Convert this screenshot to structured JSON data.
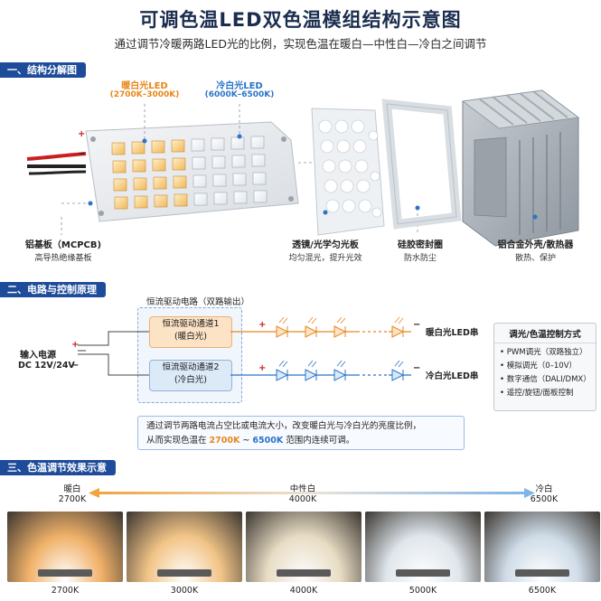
{
  "title": "可调色温LED双色温模组结构示意图",
  "subtitle": "通过调节冷暖两路LED光的比例，实现色温在暖白—中性白—冷白之间调节",
  "section1": {
    "heading": "一、结构分解图",
    "warm_led": {
      "name": "暖白光LED",
      "range": "(2700K–3000K)"
    },
    "cool_led": {
      "name": "冷白光LED",
      "range": "(6000K–6500K)"
    },
    "pcb": {
      "name": "铝基板（MCPCB)",
      "desc": "高导热绝缘基板"
    },
    "lens": {
      "name": "透镜/光学匀光板",
      "desc": "均匀混光，提升光效"
    },
    "gasket": {
      "name": "硅胶密封圈",
      "desc": "防水防尘"
    },
    "housing": {
      "name": "铝合金外壳/散热器",
      "desc": "散热、保护"
    },
    "plus": "+",
    "minus": "−"
  },
  "section2": {
    "heading": "二、电路与控制原理",
    "driver_title": "恒流驱动电路（双路输出）",
    "input_name": "输入电源",
    "input_spec": "DC 12V/24V",
    "channel1": {
      "name": "恒流驱动通道1",
      "desc": "(暖白光)"
    },
    "channel2": {
      "name": "恒流驱动通道2",
      "desc": "(冷白光)"
    },
    "warm_string": "暖白光LED串",
    "cool_string": "冷白光LED串",
    "control": {
      "title": "调光/色温控制方式",
      "items": [
        "PWM调光（双路独立）",
        "模拟调光（0–10V）",
        "数字通信（DALI/DMX）",
        "遥控/旋钮/面板控制"
      ]
    },
    "note_line1": "通过调节两路电流占空比或电流大小，改变暖白光与冷白光的亮度比例，",
    "note_prefix": "从而实现色温在",
    "note_warm": "2700K",
    "note_tilde": "~",
    "note_cool": "6500K",
    "note_suffix": "范围内连续可调。",
    "plus": "+",
    "minus": "−"
  },
  "section3": {
    "heading": "三、色温调节效果示意",
    "scale": [
      {
        "name": "暖白",
        "value": "2700K"
      },
      {
        "name": "中性白",
        "value": "4000K"
      },
      {
        "name": "冷白",
        "value": "6500K"
      }
    ],
    "swatches": [
      "2700K",
      "3000K",
      "4000K",
      "5000K",
      "6500K"
    ],
    "swatch_colors": [
      "#f0b169",
      "#f2c487",
      "#e8dcc4",
      "#dfe6ec",
      "#cfdce8"
    ]
  },
  "colors": {
    "warm": "#e8861a",
    "cool": "#2a74c9",
    "header": "#1f4c9a"
  }
}
